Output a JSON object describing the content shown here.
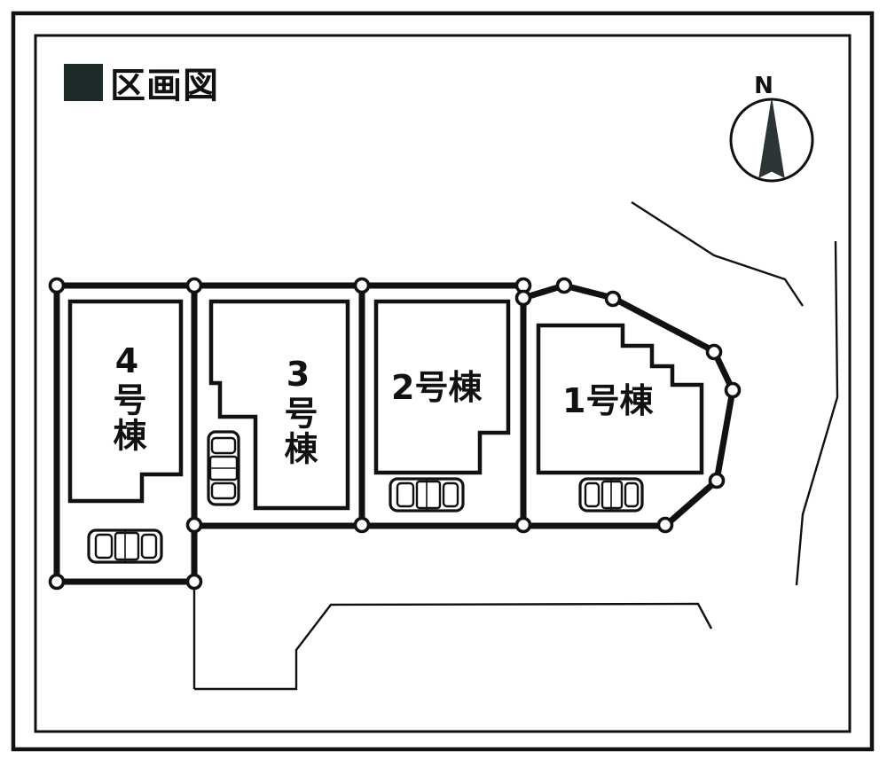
{
  "document": {
    "title": "区画図",
    "title_bullet_icon": "filled-square-icon",
    "frame_style": "double-rule"
  },
  "compass": {
    "label": "N",
    "icon": "compass-north-icon",
    "shape": "circle-with-needle",
    "needle_color": "#2b3535"
  },
  "colors": {
    "ink": "#111111",
    "paper": "#ffffff",
    "title_square": "#1d2a2a",
    "needle": "#2b3535"
  },
  "lots": [
    {
      "id": "lot-1",
      "label": "1号棟",
      "label_orientation": "horizontal",
      "car_count": 1,
      "car_orientation": "horizontal",
      "parcel_shape": "irregular-polygon",
      "house_shape": "stepped-right-edge"
    },
    {
      "id": "lot-2",
      "label": "2号棟",
      "label_orientation": "horizontal",
      "car_count": 1,
      "car_orientation": "horizontal",
      "parcel_shape": "rectangle",
      "house_shape": "notched-bottom-right"
    },
    {
      "id": "lot-3",
      "label": "3号棟",
      "label_orientation": "vertical",
      "car_count": 1,
      "car_orientation": "vertical",
      "parcel_shape": "rectangle",
      "house_shape": "notched-left"
    },
    {
      "id": "lot-4",
      "label": "4号棟",
      "label_orientation": "vertical",
      "car_count": 1,
      "car_orientation": "horizontal",
      "parcel_shape": "rectangle",
      "house_shape": "notched-bottom-right"
    }
  ],
  "site": {
    "corner_marker_icon": "survey-node-icon",
    "corner_marker_count": 16,
    "road_icon": "road-edge-line"
  }
}
